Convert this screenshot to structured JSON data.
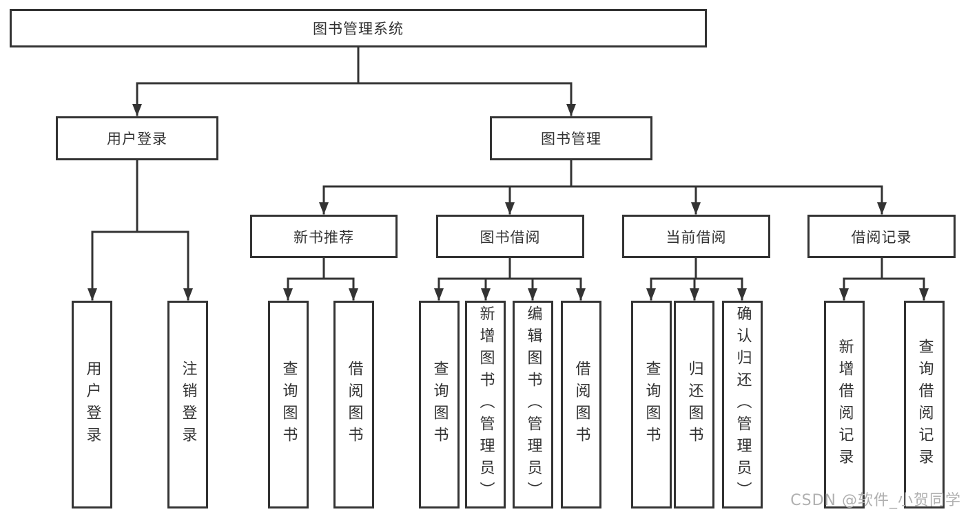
{
  "colors": {
    "line": "#333333",
    "box_background": "#ffffff",
    "text": "#333333",
    "watermark": "#b0b0b0"
  },
  "diagram": {
    "type": "hierarchy-tree",
    "tree": {
      "label": "图书管理系统",
      "children": [
        {
          "label": "用户登录",
          "children": [
            {
              "label": "用户登录"
            },
            {
              "label": "注销登录"
            }
          ]
        },
        {
          "label": "图书管理",
          "children": [
            {
              "label": "新书推荐",
              "children": [
                {
                  "label": "查询图书"
                },
                {
                  "label": "借阅图书"
                }
              ]
            },
            {
              "label": "图书借阅",
              "children": [
                {
                  "label": "查询图书"
                },
                {
                  "label": "新增图书（管理员）"
                },
                {
                  "label": "编辑图书（管理员）"
                },
                {
                  "label": "借阅图书"
                }
              ]
            },
            {
              "label": "当前借阅",
              "children": [
                {
                  "label": "查询图书"
                },
                {
                  "label": "归还图书"
                },
                {
                  "label": "确认归还（管理员）"
                }
              ]
            },
            {
              "label": "借阅记录",
              "children": [
                {
                  "label": "新增借阅记录"
                },
                {
                  "label": "查询借阅记录"
                }
              ]
            }
          ]
        }
      ]
    }
  },
  "watermark": {
    "text": "CSDN @软件_小贺同学"
  }
}
